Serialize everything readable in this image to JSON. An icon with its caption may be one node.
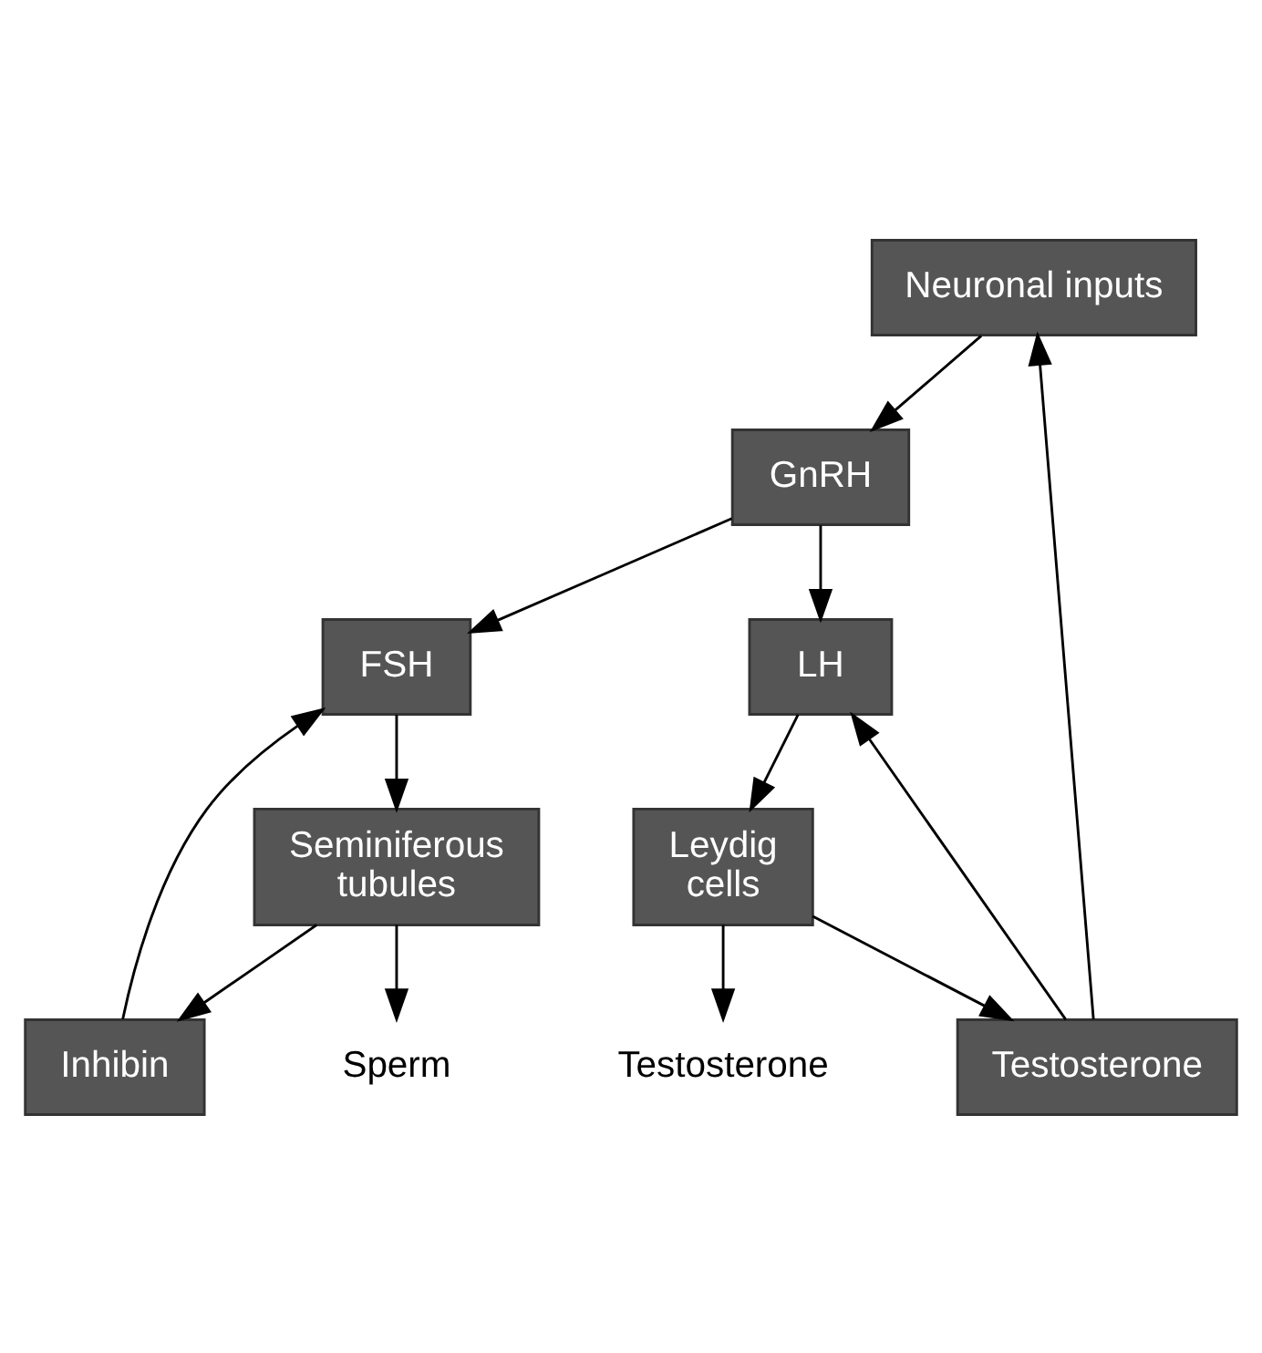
{
  "diagram": {
    "nodes": [
      {
        "text": [
          "Neuronal inputs"
        ]
      },
      {
        "text": [
          "GnRH"
        ]
      },
      {
        "text": [
          "LH"
        ]
      },
      {
        "text": [
          "FSH"
        ]
      },
      {
        "text": [
          "Testosterone"
        ]
      },
      {
        "text": [
          "Inhibin"
        ]
      },
      {
        "text": [
          "Leydig cells"
        ]
      },
      {
        "text": [
          "Seminiferous tubules"
        ]
      },
      {
        "text": [
          "Testosterone"
        ]
      },
      {
        "text": [
          "Sperm"
        ]
      }
    ],
    "edges": [
      {
        "from": 0,
        "to": 1,
        "arrow": "to"
      },
      {
        "from": 1,
        "to": 2,
        "arrow": "to"
      },
      {
        "from": 1,
        "to": 3,
        "arrow": "to"
      },
      {
        "from": 2,
        "to": 6,
        "arrow": "to"
      },
      {
        "from": 3,
        "to": 7,
        "arrow": "to"
      },
      {
        "from": 6,
        "to": 4,
        "arrow": "to"
      },
      {
        "from": 4,
        "to": 0,
        "arrow": "to"
      },
      {
        "from": 4,
        "to": 2,
        "arrow": "to"
      },
      {
        "from": 7,
        "to": 5,
        "arrow": "to"
      },
      {
        "from": 5,
        "to": 3,
        "arrow": "to"
      },
      {
        "from": 6,
        "to": 8,
        "arrow": "to"
      },
      {
        "from": 7,
        "to": 9,
        "arrow": "to"
      }
    ]
  }
}
